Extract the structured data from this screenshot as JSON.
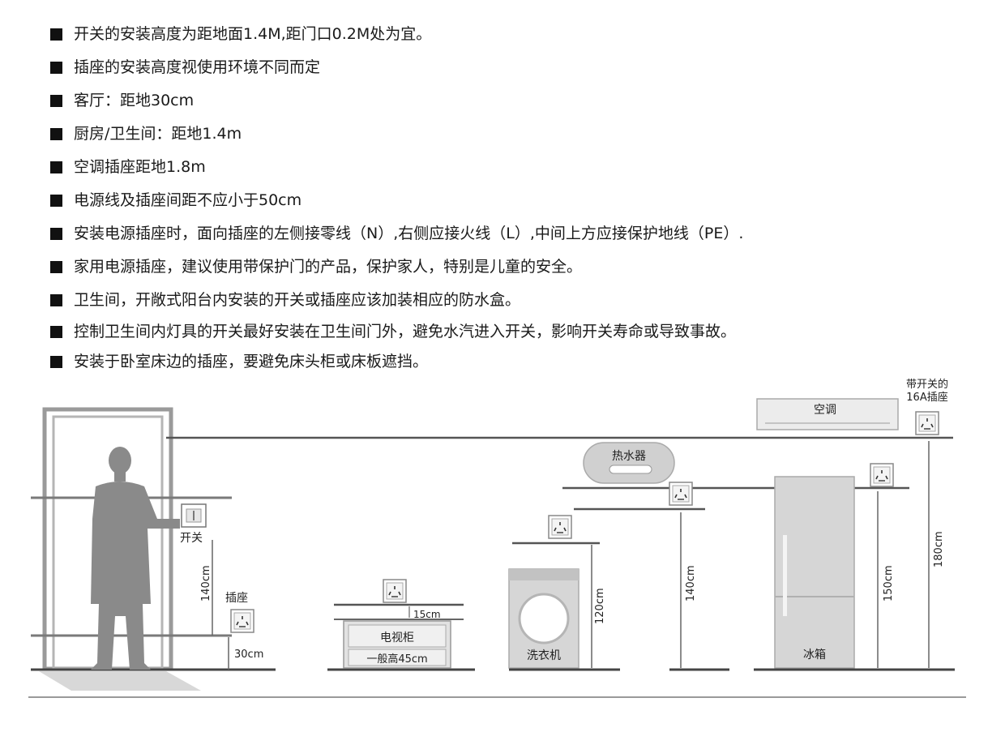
{
  "bullets": [
    "开关的安装高度为距地面1.4M,距门口0.2M处为宜。",
    "插座的安装高度视使用环境不同而定",
    "客厅：距地30cm",
    "厨房/卫生间：距地1.4m",
    "空调插座距地1.8m",
    "电源线及插座间距不应小于50cm",
    "安装电源插座时，面向插座的左侧接零线（N）,右侧应接火线（L）,中间上方应接保护地线（PE）.",
    "家用电源插座，建议使用带保护门的产品，保护家人，特别是儿童的安全。",
    "卫生间，开敞式阳台内安装的开关或插座应该加装相应的防水盒。",
    "控制卫生间内灯具的开关最好安装在卫生间门外，避免水汽进入开关，影响开关寿命或导致事故。",
    "安装于卧室床边的插座，要避免床头柜或床板遮挡。"
  ],
  "diagram": {
    "switch_label": "开关",
    "socket_label": "插座",
    "dim_140cm": "140cm",
    "dim_30cm": "30cm",
    "tv_cabinet_label": "电视柜",
    "tv_cabinet_height": "一般高45cm",
    "dim_15cm": "15cm",
    "washer_label": "洗衣机",
    "dim_120cm": "120cm",
    "water_heater_label": "热水器",
    "dim_140cm_b": "140cm",
    "fridge_label": "冰箱",
    "dim_150cm": "150cm",
    "ac_label": "空调",
    "ac_socket_label_1": "带开关的",
    "ac_socket_label_2": "16A插座",
    "dim_180cm": "180cm"
  }
}
